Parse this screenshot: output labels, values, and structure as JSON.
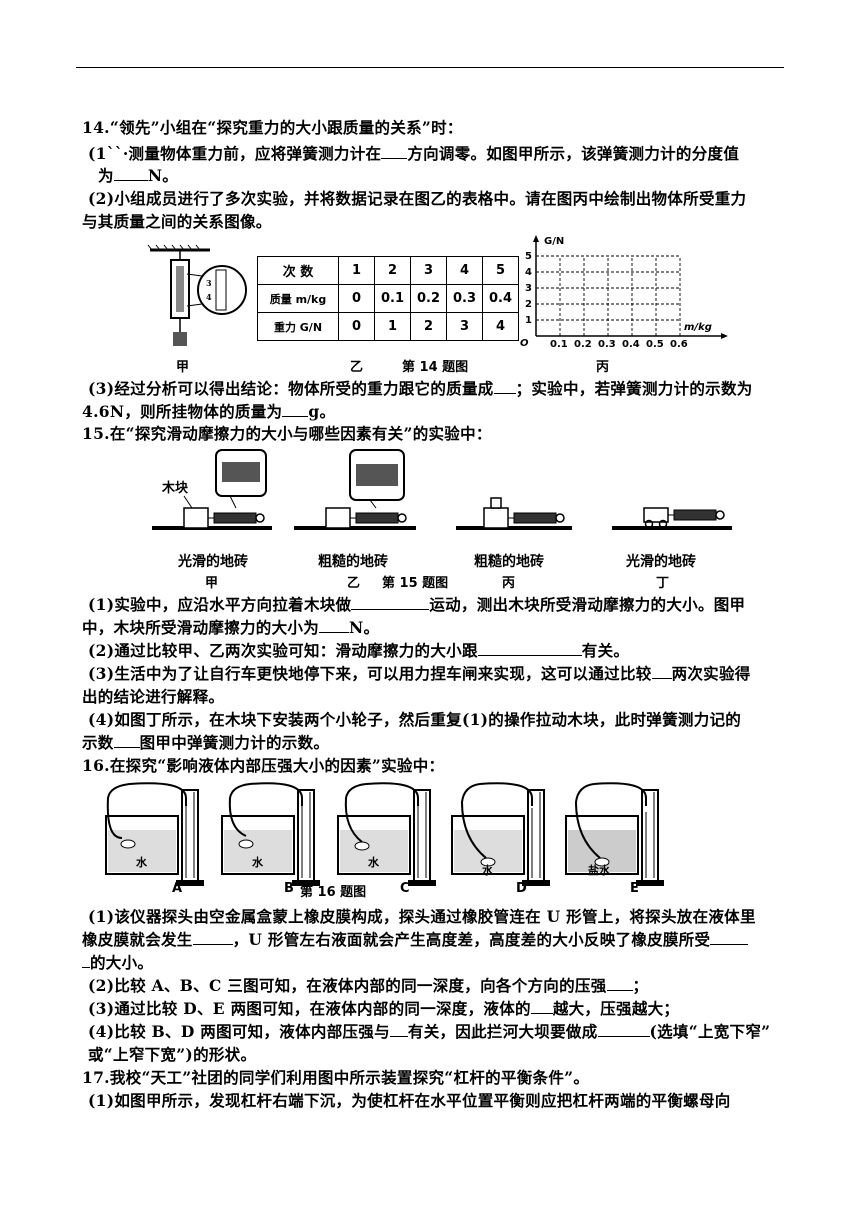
{
  "q14": {
    "l1": "14.“领先”小组在“探究重力的大小跟质量的关系”时：",
    "l2a": "(1``·测量物体重力前，应将弹簧测力计在",
    "l2b": "方向调零。如图甲所示，该弹簧测力计的分度值",
    "l3a": "为",
    "l3b": "N。",
    "l4": "(2)小组成员进行了多次实验，并将数据记录在图乙的表格中。请在图丙中绘制出物体所受重力",
    "l5": "与其质量之间的关系图像。",
    "table": {
      "header": "次  数",
      "cols": [
        "1",
        "2",
        "3",
        "4",
        "5"
      ],
      "mass_label": "质量 m/kg",
      "mass": [
        "0",
        "0.1",
        "0.2",
        "0.3",
        "0.4"
      ],
      "g_label": "重力 G/N",
      "g": [
        "0",
        "1",
        "2",
        "3",
        "4"
      ]
    },
    "graph": {
      "ylabel": "G/N",
      "xlabel": "m/kg",
      "origin": "O",
      "yticks": [
        "1",
        "2",
        "3",
        "4",
        "5"
      ],
      "xticks": [
        "0.1",
        "0.2",
        "0.3",
        "0.4",
        "0.5",
        "0.6"
      ]
    },
    "cap_jia": "甲",
    "cap_yi": "乙",
    "cap_title": "第 14 题图",
    "cap_bing": "丙",
    "l6": "(3)经过分析可以得出结论：物体所受的重力跟它的质量成",
    "l6b": "；实验中，若弹簧测力计的示数为",
    "l7a": "4.6N，则所挂物体的质量为",
    "l7b": "g。"
  },
  "q15": {
    "l1": "15.在“探究滑动摩擦力的大小与哪些因素有关”的实验中：",
    "block_label": "木块",
    "floors": [
      "光滑的地砖",
      "粗糙的地砖",
      "粗糙的地砖",
      "光滑的地砖"
    ],
    "caps": [
      "甲",
      "乙",
      "丙",
      "丁"
    ],
    "cap_title": "第 15 题图",
    "l2a": "(1)实验中，应沿水平方向拉着木块做",
    "l2b": "运动，测出木块所受滑动摩擦力的大小。图甲",
    "l3a": "中，木块所受滑动摩擦力的大小为",
    "l3b": "N。",
    "l4a": "(2)通过比较甲、乙两次实验可知：滑动摩擦力的大小跟",
    "l4b": "有关。",
    "l5a": "(3)生活中为了让自行车更快地停下来，可以用力捏车闸来实现，这可以通过比较",
    "l5b": "两次实验得",
    "l6": "出的结论进行解释。",
    "l7": "(4)如图丁所示，在木块下安装两个小轮子，然后重复(1)的操作拉动木块，此时弹簧测力记的",
    "l8a": "示数",
    "l8b": "图甲中弹簧测力计的示数。"
  },
  "q16": {
    "l1": "16.在探究“影响液体内部压强大小的因素”实验中：",
    "labels": [
      "A",
      "B",
      "C",
      "D",
      "E"
    ],
    "liquids": [
      "水",
      "水",
      "水",
      "水",
      "盐水"
    ],
    "cap_title": "第 16 题图",
    "l2a": "(1)该仪器探头由空金属盒蒙上橡皮膜构成，探头通过橡胶管连在 U 形管上，将探头放在液体里",
    "l3a": "橡皮膜就会发生",
    "l3b": "，U 形管左右液面就会产生高度差，高度差的大小反映了橡皮膜所受",
    "l4a": "的大小。",
    "l5a": "(2)比较 A、B、C 三图可知，在液体内部的同一深度，向各个方向的压强",
    "l5b": "；",
    "l6a": "(3)通过比较 D、E 两图可知，在液体内部的同一深度，液体的",
    "l6b": "越大，压强越大；",
    "l7a": "(4)比较 B、D 两图可知，液体内部压强与",
    "l7b": "有关，因此拦河大坝要做成",
    "l7c": "(选填“上宽下窄”",
    "l8": "或“上窄下宽”)的形状。"
  },
  "q17": {
    "l1": "17.我校“天工”社团的同学们利用图中所示装置探究“杠杆的平衡条件”。",
    "l2": "(1)如图甲所示，发现杠杆右端下沉，为使杠杆在水平位置平衡则应把杠杆两端的平衡螺母向"
  }
}
